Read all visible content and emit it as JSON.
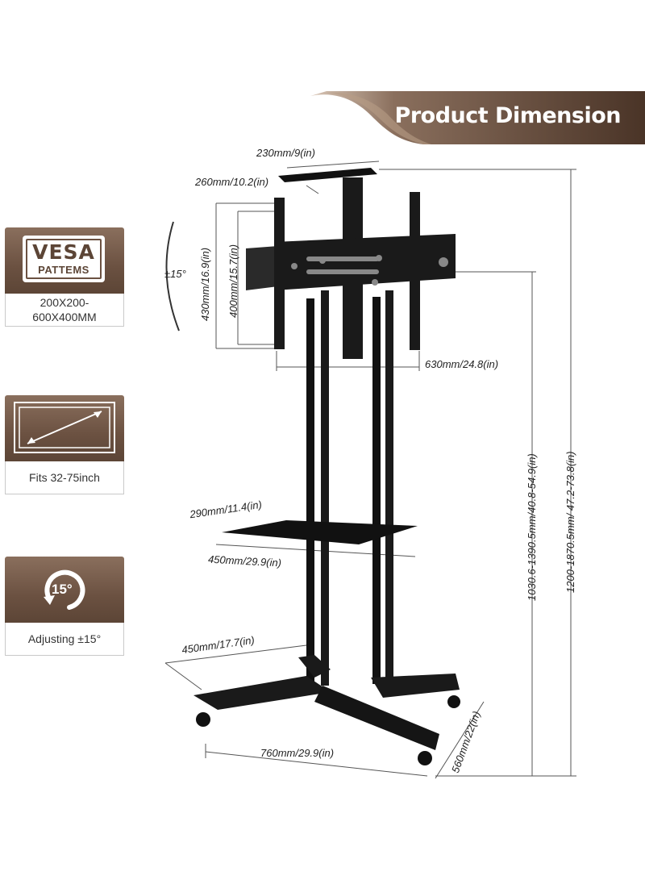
{
  "banner": {
    "title": "Product Dimension"
  },
  "features": [
    {
      "id": "vesa",
      "icon": "vesa-badge-icon",
      "badge_title": "VESA",
      "badge_sub": "PATTEMS",
      "caption_line1": "200X200-",
      "caption_line2": "600X400MM"
    },
    {
      "id": "size",
      "icon": "screen-diagonal-icon",
      "caption": "Fits 32-75inch"
    },
    {
      "id": "tilt",
      "icon": "rotate-15-icon",
      "icon_text": "15°",
      "caption": "Adjusting ±15°"
    }
  ],
  "dimensions": {
    "top_width": "230mm/9(in)",
    "top_depth": "260mm/10.2(in)",
    "tilt": "±15°",
    "bracket_height_outer": "430mm/16.9(in)",
    "bracket_height_inner": "400mm/15.7(in)",
    "bracket_width": "630mm/24.8(in)",
    "shelf_depth": "290mm/11.4(in)",
    "shelf_width": "450mm/29.9(in)",
    "base_inner": "450mm/17.7(in)",
    "base_width": "760mm/29.9(in)",
    "base_depth": "560mm/22(in)",
    "center_height": "1030.6-1390.5mm/40.8-54.9(in)",
    "total_height": "1200-1870.5mm/ 47.2-73.8(in)"
  },
  "colors": {
    "brown_dark": "#5c4536",
    "brown_mid": "#6b5141",
    "brown_light": "#8a6f5d",
    "metal": "#1a1a1a"
  }
}
